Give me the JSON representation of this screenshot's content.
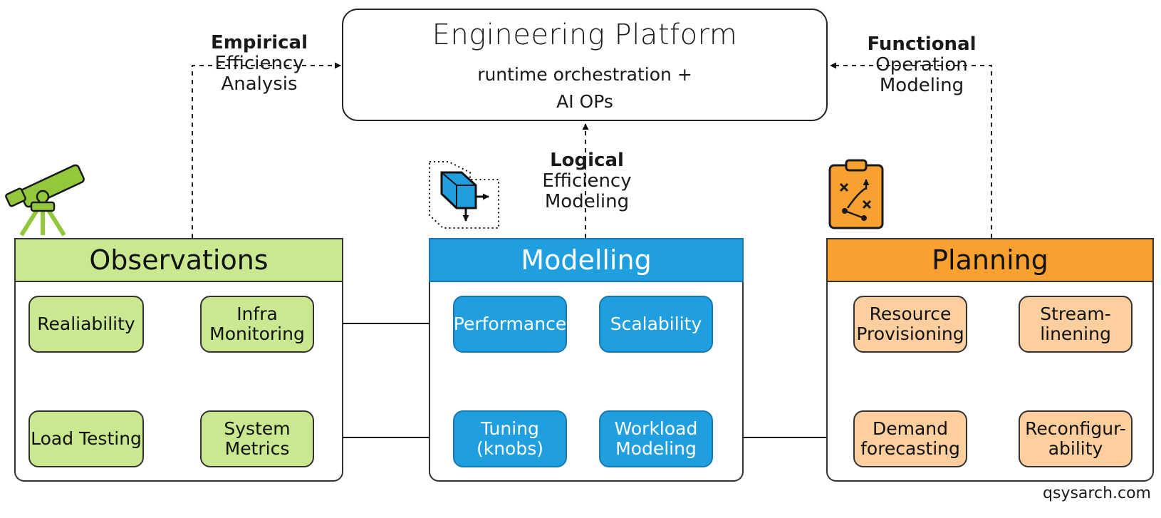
{
  "platform": {
    "title": "Engineering Platform",
    "subtitle_line1": "runtime orchestration +",
    "subtitle_line2": "AI OPs"
  },
  "labels": {
    "empirical": {
      "bold": "Empirical",
      "line1": "Efficiency",
      "line2": "Analysis"
    },
    "logical": {
      "bold": "Logical",
      "line1": "Efficiency",
      "line2": "Modeling"
    },
    "functional": {
      "bold": "Functional",
      "line1": "Operation",
      "line2": "Modeling"
    }
  },
  "panels": {
    "observations": {
      "title": "Observations",
      "color": "#c9e88f",
      "nodes": {
        "reliability": "Realiability",
        "infra": [
          "Infra",
          "Monitoring"
        ],
        "load": "Load Testing",
        "metrics": [
          "System",
          "Metrics"
        ]
      }
    },
    "modelling": {
      "title": "Modelling",
      "color": "#1f9fe0",
      "nodes": {
        "performance": "Performance",
        "scalability": "Scalability",
        "tuning": [
          "Tuning",
          "(knobs)"
        ],
        "workload": [
          "Workload",
          "Modeling"
        ]
      }
    },
    "planning": {
      "title": "Planning",
      "color": "#f8a030",
      "nodes": {
        "resource": [
          "Resource",
          "Provisioning"
        ],
        "stream": [
          "Stream-",
          "linening"
        ],
        "demand": [
          "Demand",
          "forecasting"
        ],
        "reconfig": [
          "Reconfigur-",
          "ability"
        ]
      }
    }
  },
  "icons": [
    "cycle-arrows-icon",
    "brain-circuit-icon",
    "telescope-icon",
    "cube-arrows-icon",
    "clipboard-strategy-icon"
  ],
  "credit": "qsysarch.com"
}
